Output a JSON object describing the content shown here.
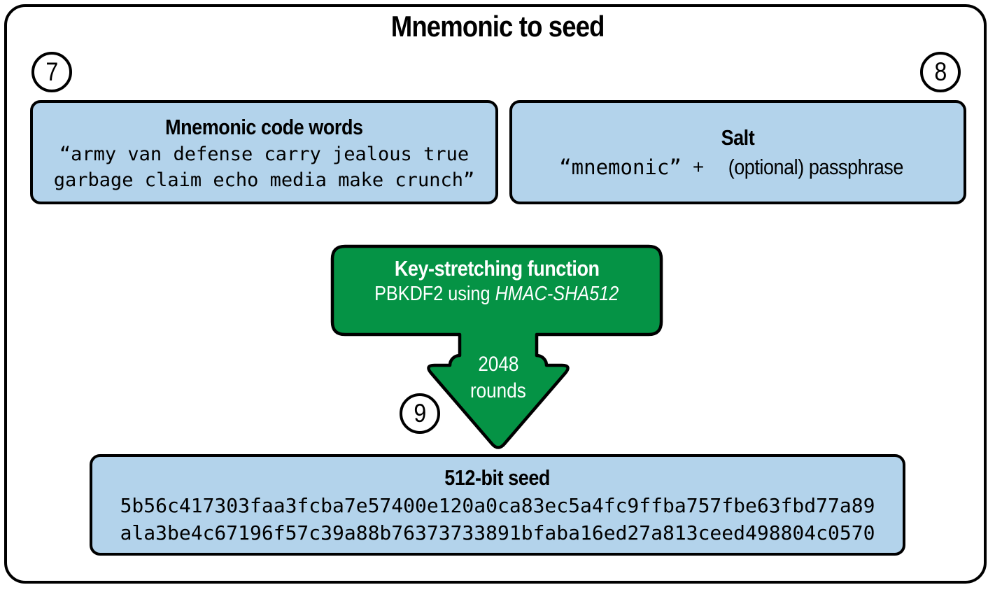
{
  "title": "Mnemonic to seed",
  "colors": {
    "box_blue": "#b3d3eb",
    "green": "#059345",
    "outline": "#000000"
  },
  "badges": {
    "mnemonic_step": "7",
    "salt_step": "8",
    "rounds_step": "9"
  },
  "mnemonic_box": {
    "heading": "Mnemonic code words",
    "line1": "“army van defense carry jealous true",
    "line2": "garbage claim echo media make crunch”"
  },
  "salt_box": {
    "heading": "Salt",
    "mono_part": "“mnemonic”",
    "plus": "+",
    "text_part": "(optional) passphrase"
  },
  "key_stretching": {
    "heading": "Key-stretching function",
    "sub_prefix": "PBKDF2 using ",
    "sub_italic": "HMAC-SHA512"
  },
  "arrow": {
    "line1": "2048",
    "line2": "rounds"
  },
  "seed_box": {
    "heading": "512-bit seed",
    "hex_line1": "5b56c417303faa3fcba7e57400e120a0ca83ec5a4fc9ffba757fbe63fbd77a89",
    "hex_line2": "ala3be4c67196f57c39a88b76373733891bfaba16ed27a813ceed498804c0570"
  }
}
